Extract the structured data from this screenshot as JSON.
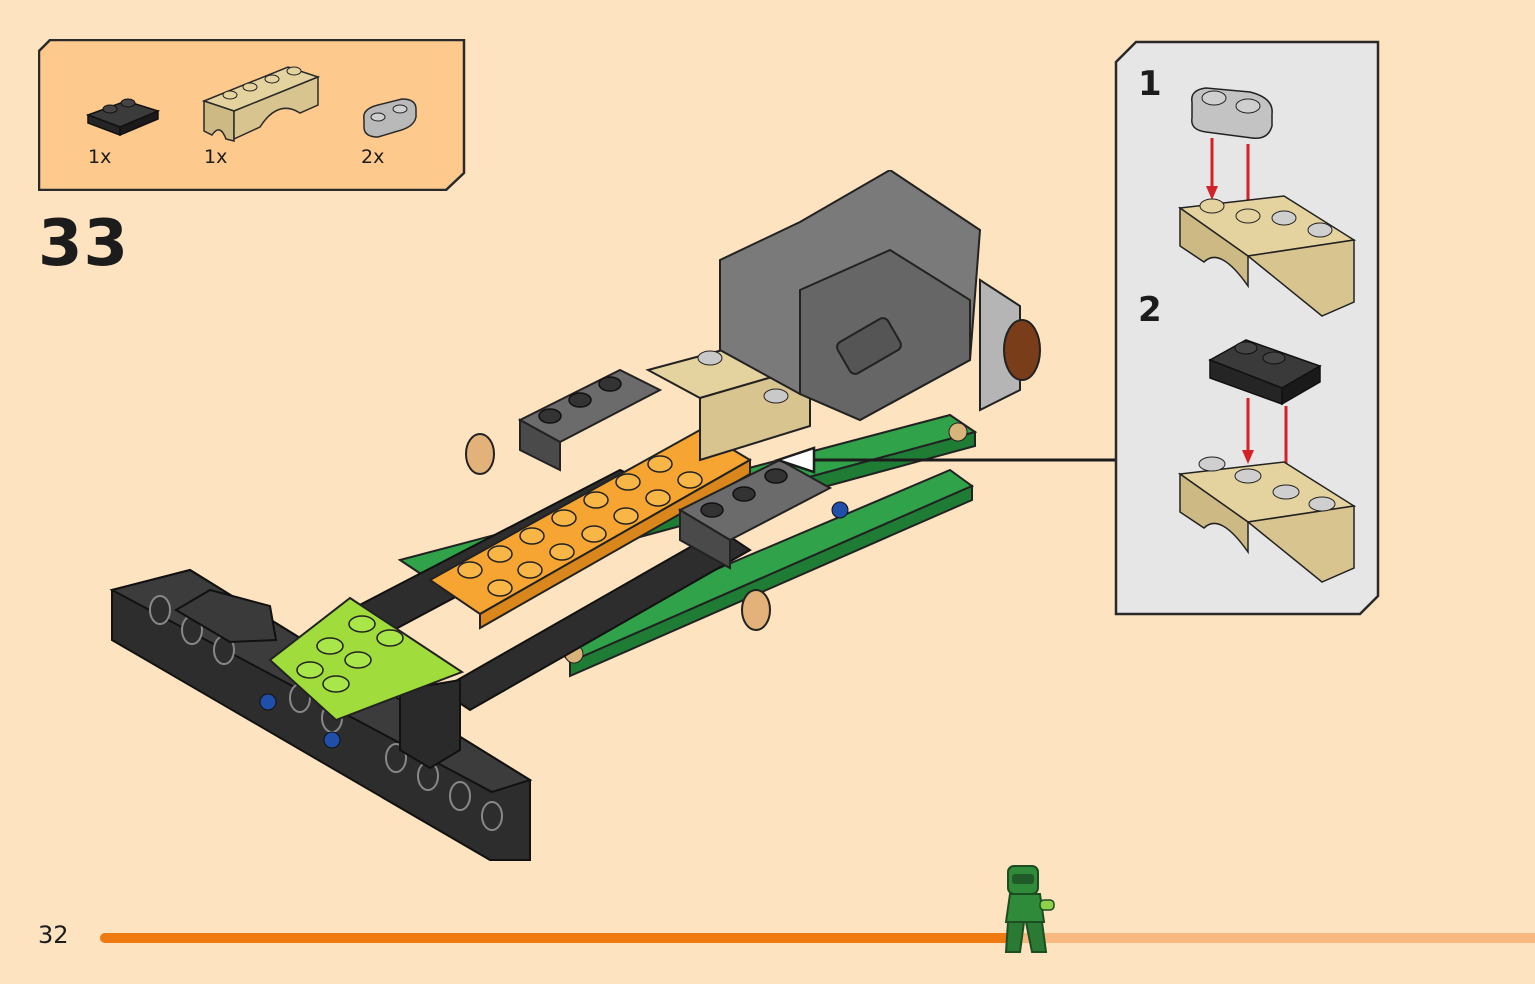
{
  "page": {
    "step_number": "33",
    "page_number": "32",
    "progress": 0.64,
    "colors": {
      "background": "#fde3c0",
      "parts_box": "#fdc98d",
      "sub_box": "#e6e6e6",
      "progress_done": "#ee7a10",
      "progress_todo": "#f7b980",
      "arrow_red": "#d42027"
    }
  },
  "parts_list": {
    "items": [
      {
        "part": "black-plate-1x2-with-rail",
        "qty": "1x"
      },
      {
        "part": "tan-arch-1x4",
        "qty": "1x"
      },
      {
        "part": "light-gray-plate-1x2-rounded",
        "qty": "2x"
      }
    ]
  },
  "sub_assembly": {
    "steps": [
      {
        "number": "1"
      },
      {
        "number": "2"
      }
    ]
  }
}
